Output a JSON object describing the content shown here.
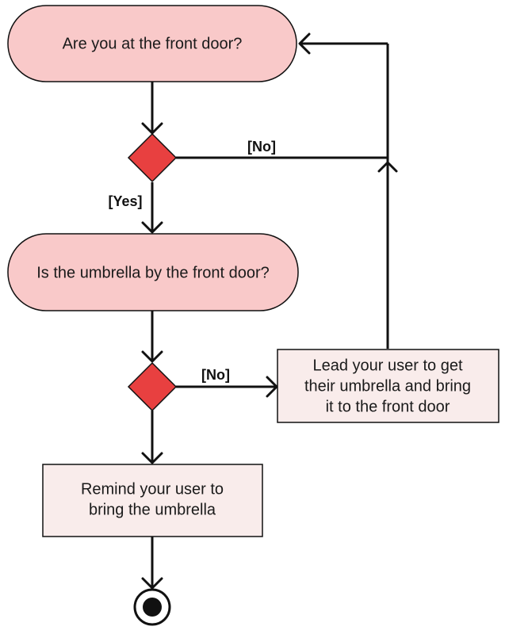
{
  "colors": {
    "activity_fill": "#f9c9c9",
    "action_fill": "#f9eceb",
    "decision_fill": "#e84040",
    "stroke": "#111111"
  },
  "nodes": {
    "front_door_question": "Are you at the front door?",
    "umbrella_question": "Is the umbrella by the front door?",
    "lead_action": [
      "Lead your user to get",
      "their umbrella and bring",
      "it to the front door"
    ],
    "remind_action": [
      "Remind your user to",
      "bring the umbrella"
    ]
  },
  "edges": {
    "decision1_no": "[No]",
    "decision1_yes": "[Yes]",
    "decision2_no": "[No]"
  }
}
